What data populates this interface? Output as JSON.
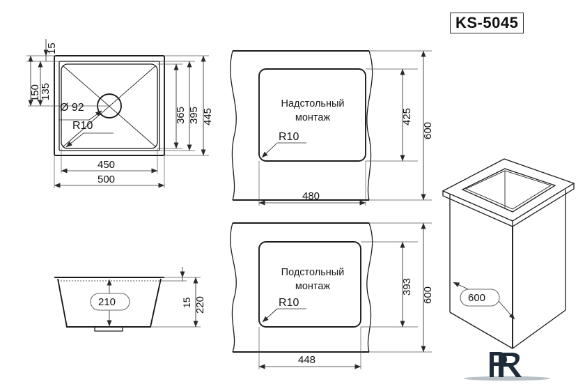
{
  "document": {
    "type": "technical-drawing",
    "model_title": "KS-5045",
    "background_color": "#ffffff",
    "line_color": "#1b1b1b"
  },
  "views": {
    "plan": {
      "name": "sink-plan-view",
      "dimensions": {
        "rim_offset_top": "15",
        "drain_center_from_top_outer": "150",
        "drain_center_from_rim": "135",
        "drain_diameter": "Ø 92",
        "corner_radius": "R10",
        "bowl_inner_depth": "365",
        "bowl_outer_depth": "395",
        "overall_depth": "445",
        "bowl_width": "450",
        "overall_width": "500"
      }
    },
    "section": {
      "name": "sink-section-view",
      "dimensions": {
        "bowl_depth": "210",
        "rim_thickness": "15",
        "overall_height": "220"
      }
    },
    "overmount": {
      "name": "overmount-cutout-view",
      "label_line1": "Надстольный",
      "label_line2": "монтаж",
      "dimensions": {
        "corner_radius": "R10",
        "cutout_height": "425",
        "cabinet_width": "600",
        "cutout_width": "480"
      }
    },
    "undermount": {
      "name": "undermount-cutout-view",
      "label_line1": "Подстольный",
      "label_line2": "монтаж",
      "dimensions": {
        "corner_radius": "R10",
        "cutout_height": "393",
        "cabinet_width": "600",
        "cutout_width": "448"
      }
    },
    "isometric": {
      "name": "cabinet-isometric-view",
      "dimensions": {
        "cabinet_width": "600"
      }
    }
  },
  "logo": {
    "name": "brand-logo",
    "text": "FR"
  }
}
